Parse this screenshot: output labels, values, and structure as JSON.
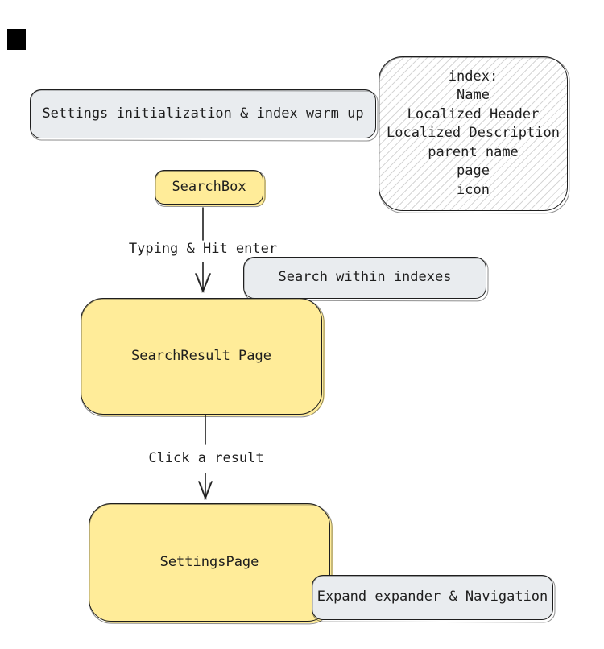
{
  "diagram": {
    "type": "flowchart",
    "nodes": {
      "settings_init": {
        "label": "Settings initialization & index warm up",
        "fill": "#e9ecef"
      },
      "index_note": {
        "lines": [
          "index:",
          "Name",
          "Localized Header",
          "Localized Description",
          "parent name",
          "page",
          "icon"
        ],
        "fill": "hatched-white"
      },
      "searchbox": {
        "label": "SearchBox",
        "fill": "#ffec99"
      },
      "search_within": {
        "label": "Search within indexes",
        "fill": "#e9ecef"
      },
      "search_result": {
        "label": "SearchResult Page",
        "fill": "#ffec99"
      },
      "settings_page": {
        "label": "SettingsPage",
        "fill": "#ffec99"
      },
      "expand_nav": {
        "label": "Expand expander & Navigation",
        "fill": "#e9ecef"
      }
    },
    "edges": [
      {
        "from": "searchbox",
        "to": "search_result",
        "label": "Typing & Hit enter"
      },
      {
        "from": "search_result",
        "to": "settings_page",
        "label": "Click a result"
      }
    ],
    "colors": {
      "stroke": "#1e1e1e",
      "gray_fill": "#e9ecef",
      "yellow_fill": "#ffec99",
      "text": "#1e1e1e",
      "background": "#ffffff"
    }
  }
}
